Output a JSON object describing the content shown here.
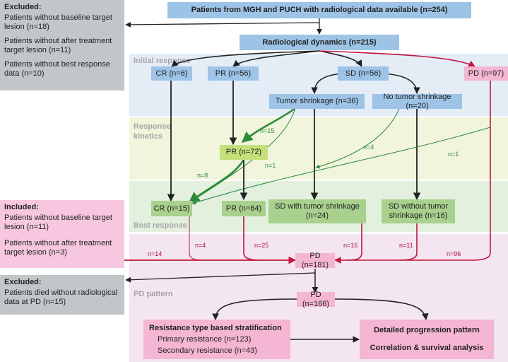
{
  "sections": {
    "initial": "Initial response",
    "kinetics_1": "Response",
    "kinetics_2": "kinetics",
    "best": "Best response",
    "pd": "PD pattern"
  },
  "nodes": {
    "top": "Patients from MGH and PUCH with radiological data available (n=254)",
    "dynamics": "Radiological dynamics (n=215)",
    "cr1": "CR (n=6)",
    "pr1": "PR (n=56)",
    "sd1": "SD (n=56)",
    "pd1": "PD (n=97)",
    "shrink": "Tumor shrinkage (n=36)",
    "noshrink": "No tumor shrinkage (n=20)",
    "pr72": "PR (n=72)",
    "cr15": "CR (n=15)",
    "pr64": "PR (n=64)",
    "sd_with_1": "SD with tumor shrinkage",
    "sd_with_2": "(n=24)",
    "sd_without_1": "SD without tumor",
    "sd_without_2": "shrinkage (n=16)",
    "pd181": "PD (n=181)",
    "pd166": "PD (n=166)",
    "resist_title": "Resistance type based stratification",
    "resist_primary": "Primary resistance (n=123)",
    "resist_secondary": "Secondary resistance (n=43)",
    "detail_1": "Detailed progression pattern",
    "detail_2": "Correlation & survival analysis"
  },
  "excluded_1": {
    "title": "Excluded:",
    "items": [
      "Patients without baseline target lesion (n=18)",
      "Patients without after treatment target lesion (n=11)",
      "Patients without best response data (n=10)"
    ]
  },
  "included": {
    "title": "Included:",
    "items": [
      "Patients without baseline target lesion (n=11)",
      "Patients without after treatment target lesion (n=3)"
    ]
  },
  "excluded_2": {
    "title": "Excluded:",
    "items": [
      "Patients died without radiological data at PD (n=15)"
    ]
  },
  "arrow_labels": {
    "g15": "n=15",
    "g4": "n=4",
    "g1a": "n=1",
    "g1b": "n=1",
    "g8": "n=8",
    "r14": "n=14",
    "r4": "n=4",
    "r25": "n=25",
    "r16": "n=16",
    "r11": "n=11",
    "r96": "n=96"
  },
  "colors": {
    "blue_box": "#9dc3e6",
    "green_box": "#a9d18e",
    "pink_box": "#f4b6d2",
    "red_arrow": "#c0143c",
    "green_arrow": "#2e8b3a"
  }
}
